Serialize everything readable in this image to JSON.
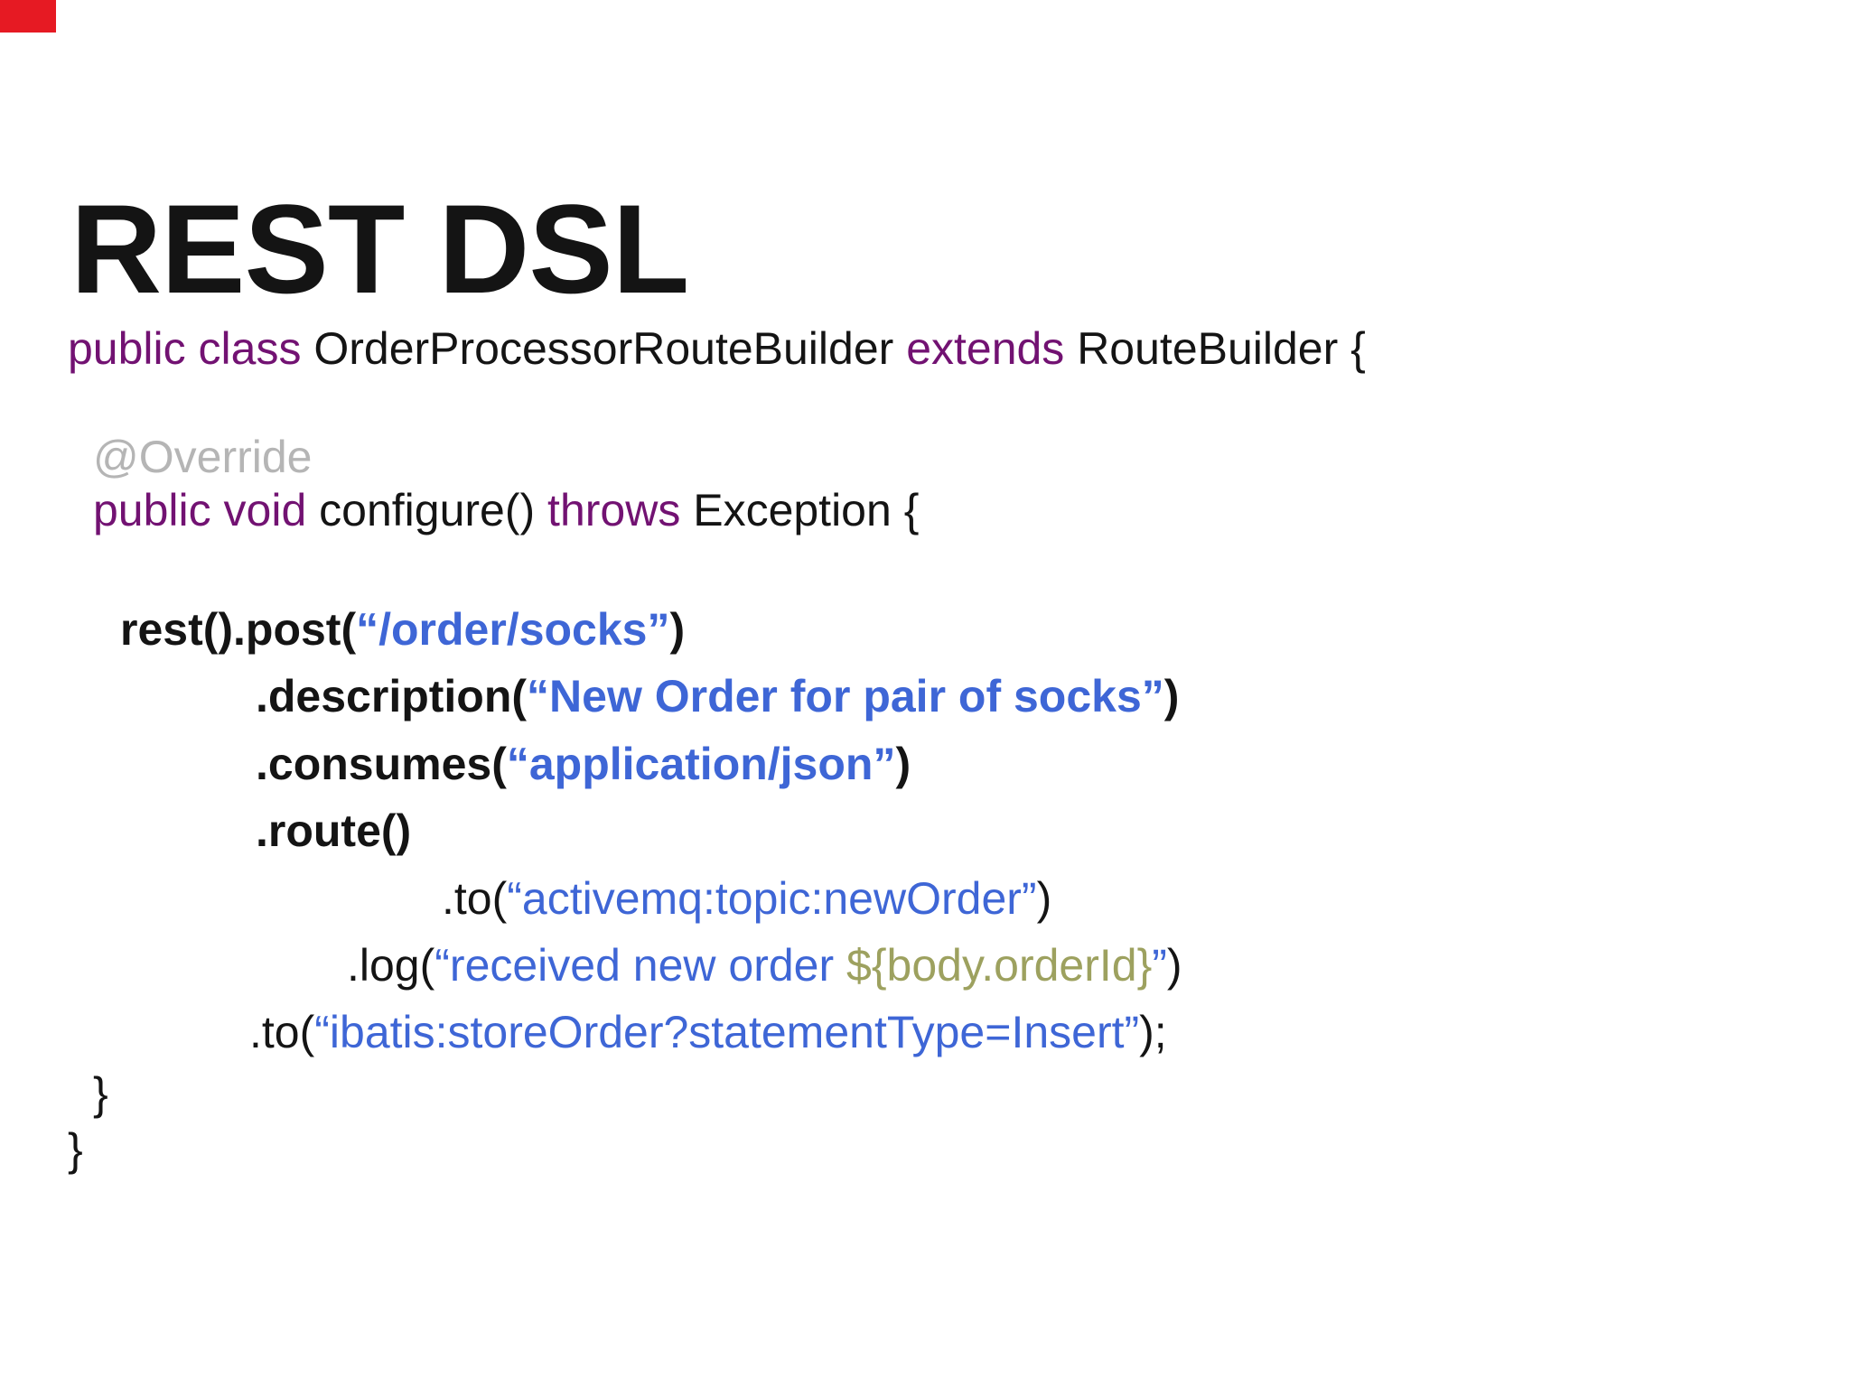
{
  "slide": {
    "title": "REST DSL"
  },
  "colors": {
    "text": "#141414",
    "keyword": "#721272",
    "annotation": "#b5b5b5",
    "string": "#3e66d6",
    "el": "#9da15f",
    "marker": "#e61a23",
    "bg": "#ffffff"
  },
  "code": {
    "line1": {
      "s1": "public class ",
      "s2": "OrderProcessorRouteBuilder ",
      "s3": "extends ",
      "s4": "RouteBuilder {"
    },
    "line2": {
      "s1": "@Override"
    },
    "line3": {
      "s1": "public void ",
      "s2": "configure() ",
      "s3": "throws ",
      "s4": "Exception {"
    },
    "line4": {
      "s1": "rest().post(",
      "s2": "“/order/socks”",
      "s3": ")"
    },
    "line5": {
      "s1": ".description(",
      "s2": "“New Order for pair of socks”",
      "s3": ")"
    },
    "line6": {
      "s1": ".consumes(",
      "s2": "“application/json”",
      "s3": ")"
    },
    "line7": {
      "s1": ".route()"
    },
    "line8": {
      "s1": ".to(",
      "s2": "“activemq:topic:newOrder”",
      "s3": ")"
    },
    "line9": {
      "s1": ".log(",
      "s2": "“received new order ",
      "s3": "${body.orderId}",
      "s4": "”",
      "s5": ")"
    },
    "line10": {
      "s1": ".to(",
      "s2": "“ibatis:storeOrder?statementType=Insert”",
      "s3": ");"
    },
    "line11": {
      "s1": "}"
    },
    "line12": {
      "s1": "}"
    }
  }
}
